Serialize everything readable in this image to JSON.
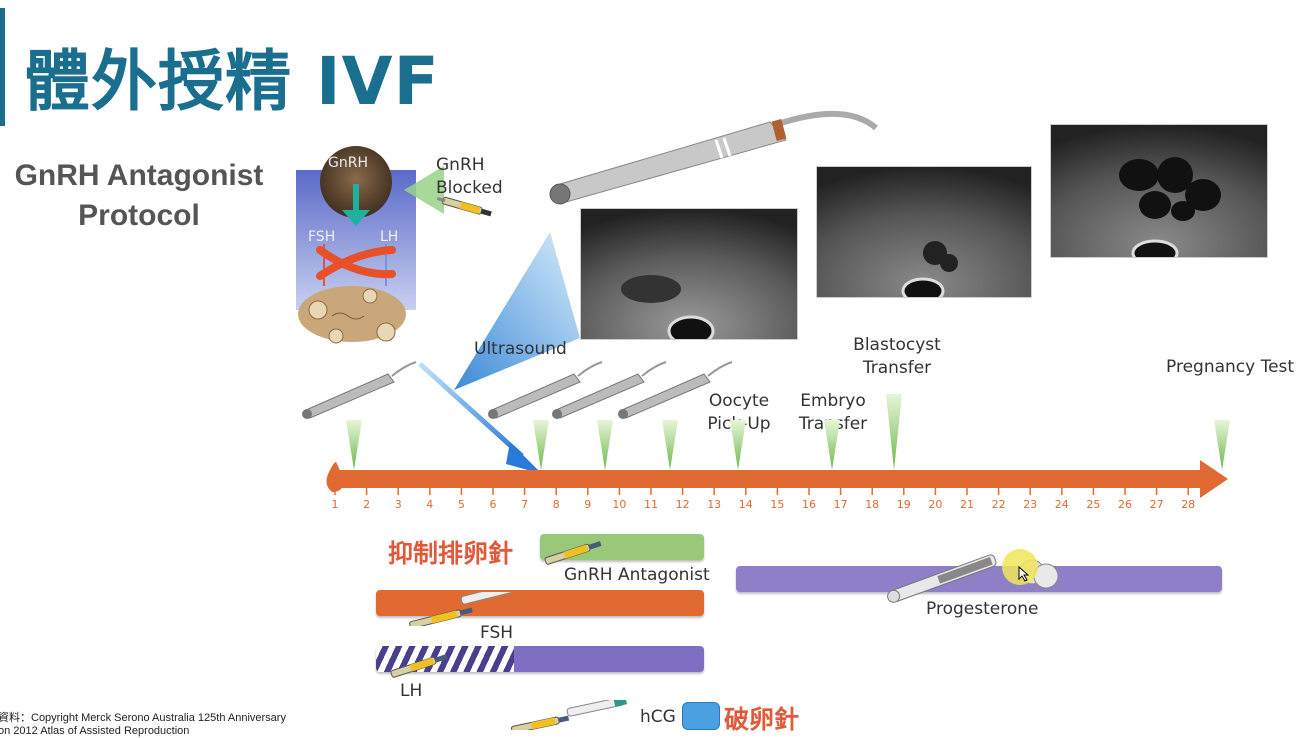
{
  "slide": {
    "title": "體外授精 IVF",
    "subtitle_line1": "GnRH Antagonist",
    "subtitle_line2": "Protocol"
  },
  "diagram": {
    "inset_labels": {
      "gnrh": "GnRH",
      "fsh": "FSH",
      "lh": "LH"
    },
    "gnrh_blocked_line1": "GnRH",
    "gnrh_blocked_line2": "Blocked",
    "ultrasound_label": "Ultrasound",
    "events": {
      "oocyte_line1": "Oocyte",
      "oocyte_line2": "Pick-Up",
      "embryo_line1": "Embryo",
      "embryo_line2": "Transfer",
      "blast_line1": "Blastocyst",
      "blast_line2": "Transfer",
      "pregnancy": "Pregnancy Test"
    },
    "days": [
      "1",
      "2",
      "3",
      "4",
      "5",
      "6",
      "7",
      "8",
      "9",
      "10",
      "11",
      "12",
      "13",
      "14",
      "15",
      "16",
      "17",
      "18",
      "19",
      "20",
      "21",
      "22",
      "23",
      "24",
      "25",
      "26",
      "27",
      "28"
    ],
    "bars": {
      "antagonist_cn": "抑制排卵針",
      "antagonist": "GnRH Antagonist",
      "fsh": "FSH",
      "lh": "LH",
      "progesterone": "Progesterone",
      "hcg": "hCG",
      "trigger_cn": "破卵針"
    },
    "colors": {
      "title": "#1a6f8f",
      "arrow": "#e06a32",
      "antagonist": "#98c878",
      "fsh": "#e06a32",
      "lh": "#7f6fc2",
      "progesterone": "#8f7fc8",
      "hcg_box": "#4aa0e0",
      "red_text": "#e05a3a"
    }
  },
  "footer": {
    "source_line1": "資料：Copyright Merck Serono Australia 125th Anniversary",
    "source_line2": "on 2012 Atlas of Assisted Reproduction"
  }
}
